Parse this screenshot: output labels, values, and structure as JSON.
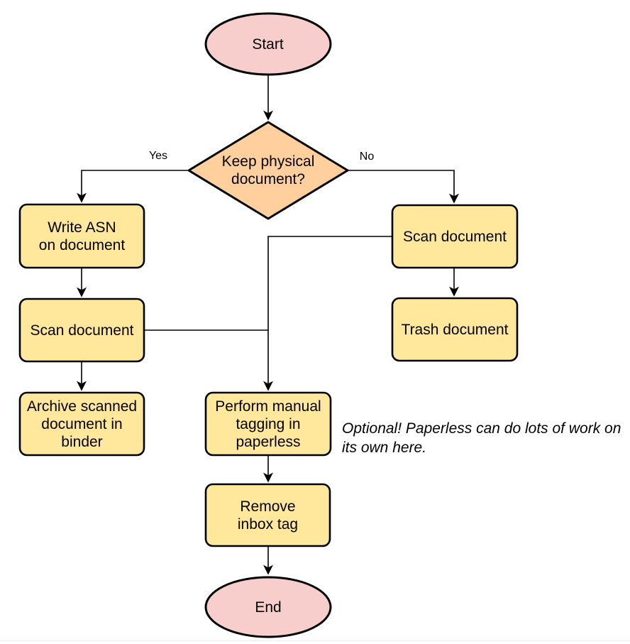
{
  "canvas": {
    "background": "#ffffff",
    "bottom_divider_color": "#ededed"
  },
  "palette": {
    "terminal_fill": "#f8cecc",
    "decision_fill": "#ffcf9d",
    "process_fill": "#ffe79b",
    "stroke": "#000000",
    "text": "#000000"
  },
  "nodes": {
    "start": {
      "label": "Start",
      "shape": "ellipse"
    },
    "decision": {
      "label": "Keep physical\ndocument?",
      "shape": "diamond"
    },
    "write_asn": {
      "label": "Write ASN\non document",
      "shape": "process"
    },
    "scan_left": {
      "label": "Scan document",
      "shape": "process"
    },
    "archive": {
      "label": "Archive scanned\ndocument in\nbinder",
      "shape": "process"
    },
    "scan_right": {
      "label": "Scan document",
      "shape": "process"
    },
    "trash": {
      "label": "Trash document",
      "shape": "process"
    },
    "tagging": {
      "label": "Perform manual\ntagging in\npaperless",
      "shape": "process"
    },
    "remove_inbox": {
      "label": "Remove\ninbox tag",
      "shape": "process"
    },
    "end": {
      "label": "End",
      "shape": "ellipse"
    }
  },
  "edge_labels": {
    "yes": "Yes",
    "no": "No"
  },
  "annotation": {
    "text": "Optional! Paperless can do lots of work on\nits own here."
  }
}
